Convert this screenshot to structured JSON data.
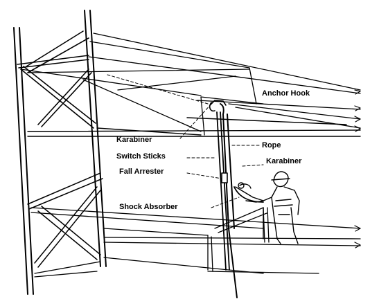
{
  "labels": {
    "anchor_hook": "Anchor Hook",
    "karabiner_left": "Karabiner",
    "rope": "Rope",
    "switch_sticks": "Switch Sticks",
    "karabiner_right": "Karabiner",
    "fall_arrester": "Fall Arrester",
    "shock_absorber": "Shock Absorber"
  }
}
